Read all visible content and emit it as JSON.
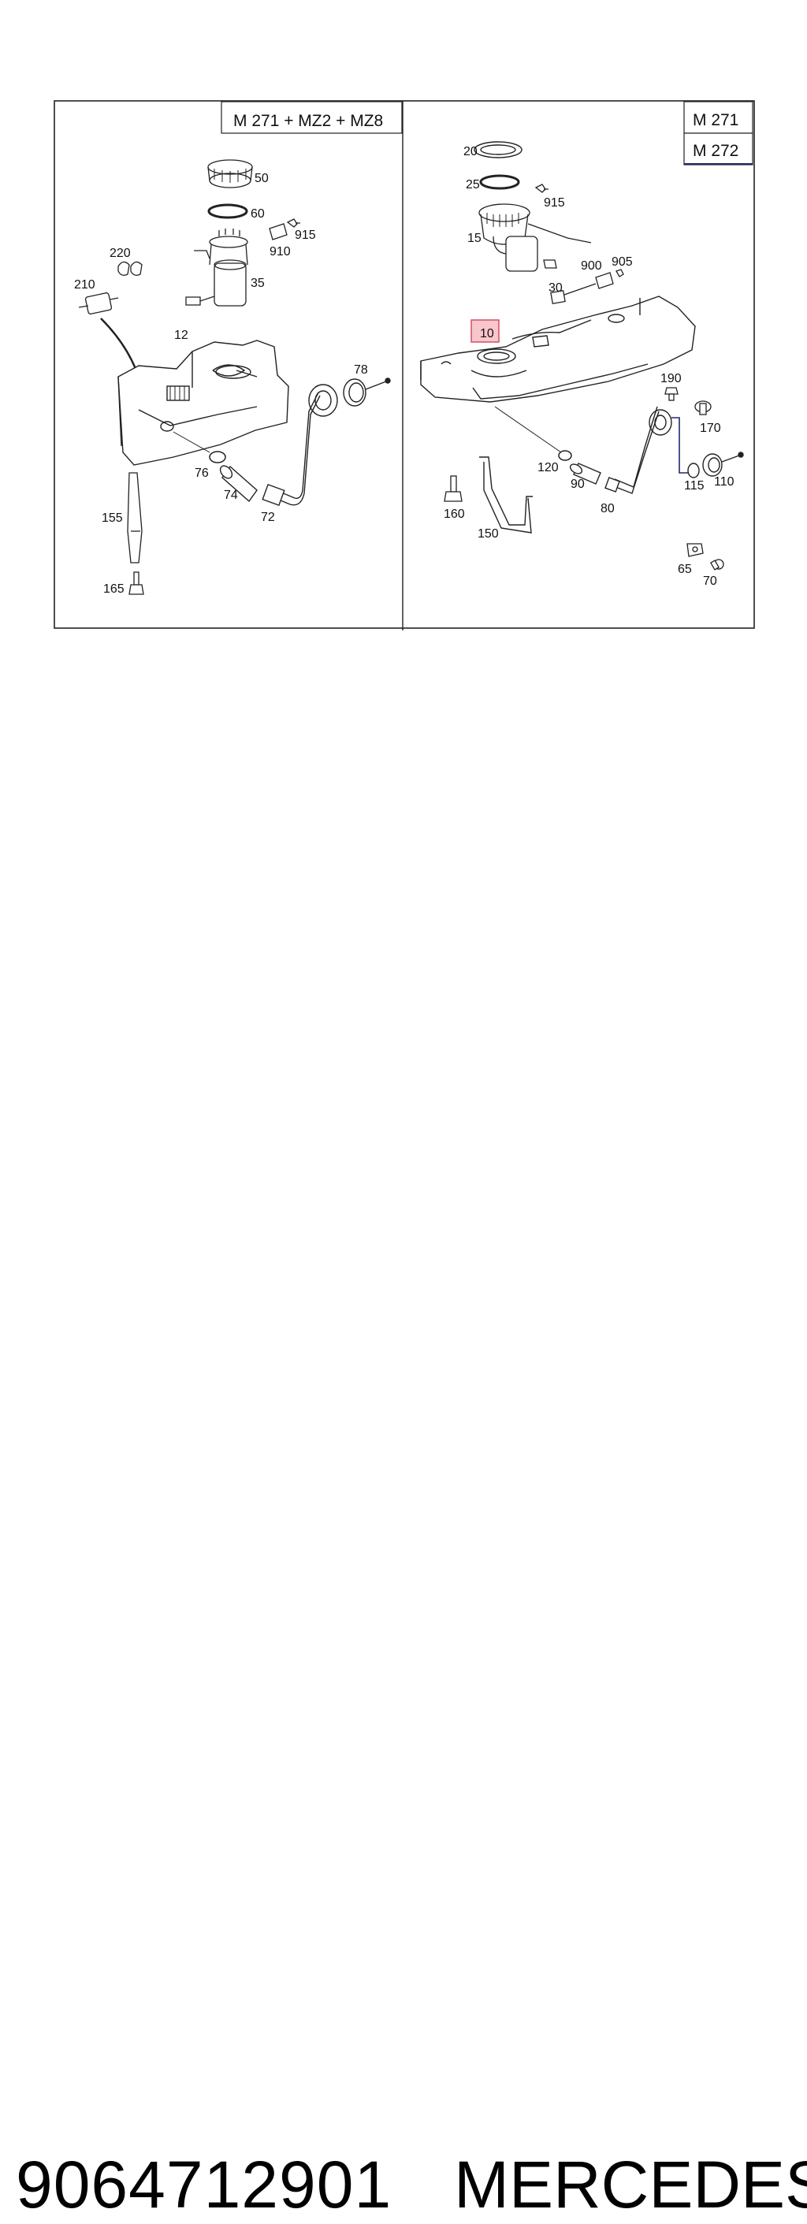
{
  "panels": {
    "left": {
      "header": "M 271 + MZ2 + MZ8",
      "callouts": {
        "c50": "50",
        "c60": "60",
        "c915": "915",
        "c910": "910",
        "c35": "35",
        "c220": "220",
        "c210": "210",
        "c12": "12",
        "c78": "78",
        "c76": "76",
        "c74": "74",
        "c72": "72",
        "c155": "155",
        "c165": "165"
      }
    },
    "right": {
      "header_top": "M 271",
      "header_bottom": "M 272",
      "highlighted_part": "10",
      "callouts": {
        "c20": "20",
        "c25": "25",
        "c915": "915",
        "c15": "15",
        "c900": "900",
        "c905": "905",
        "c30": "30",
        "c190": "190",
        "c170": "170",
        "c120": "120",
        "c90": "90",
        "c115": "115",
        "c110": "110",
        "c160": "160",
        "c80": "80",
        "c150": "150",
        "c65": "65",
        "c70": "70"
      }
    }
  },
  "footer": {
    "part_number": "9064712901",
    "brand": "MERCEDES"
  },
  "colors": {
    "line": "#222222",
    "highlight_fill": "#f8c6cc",
    "highlight_stroke": "#d0455a",
    "header_underline": "#1f2a6b"
  }
}
